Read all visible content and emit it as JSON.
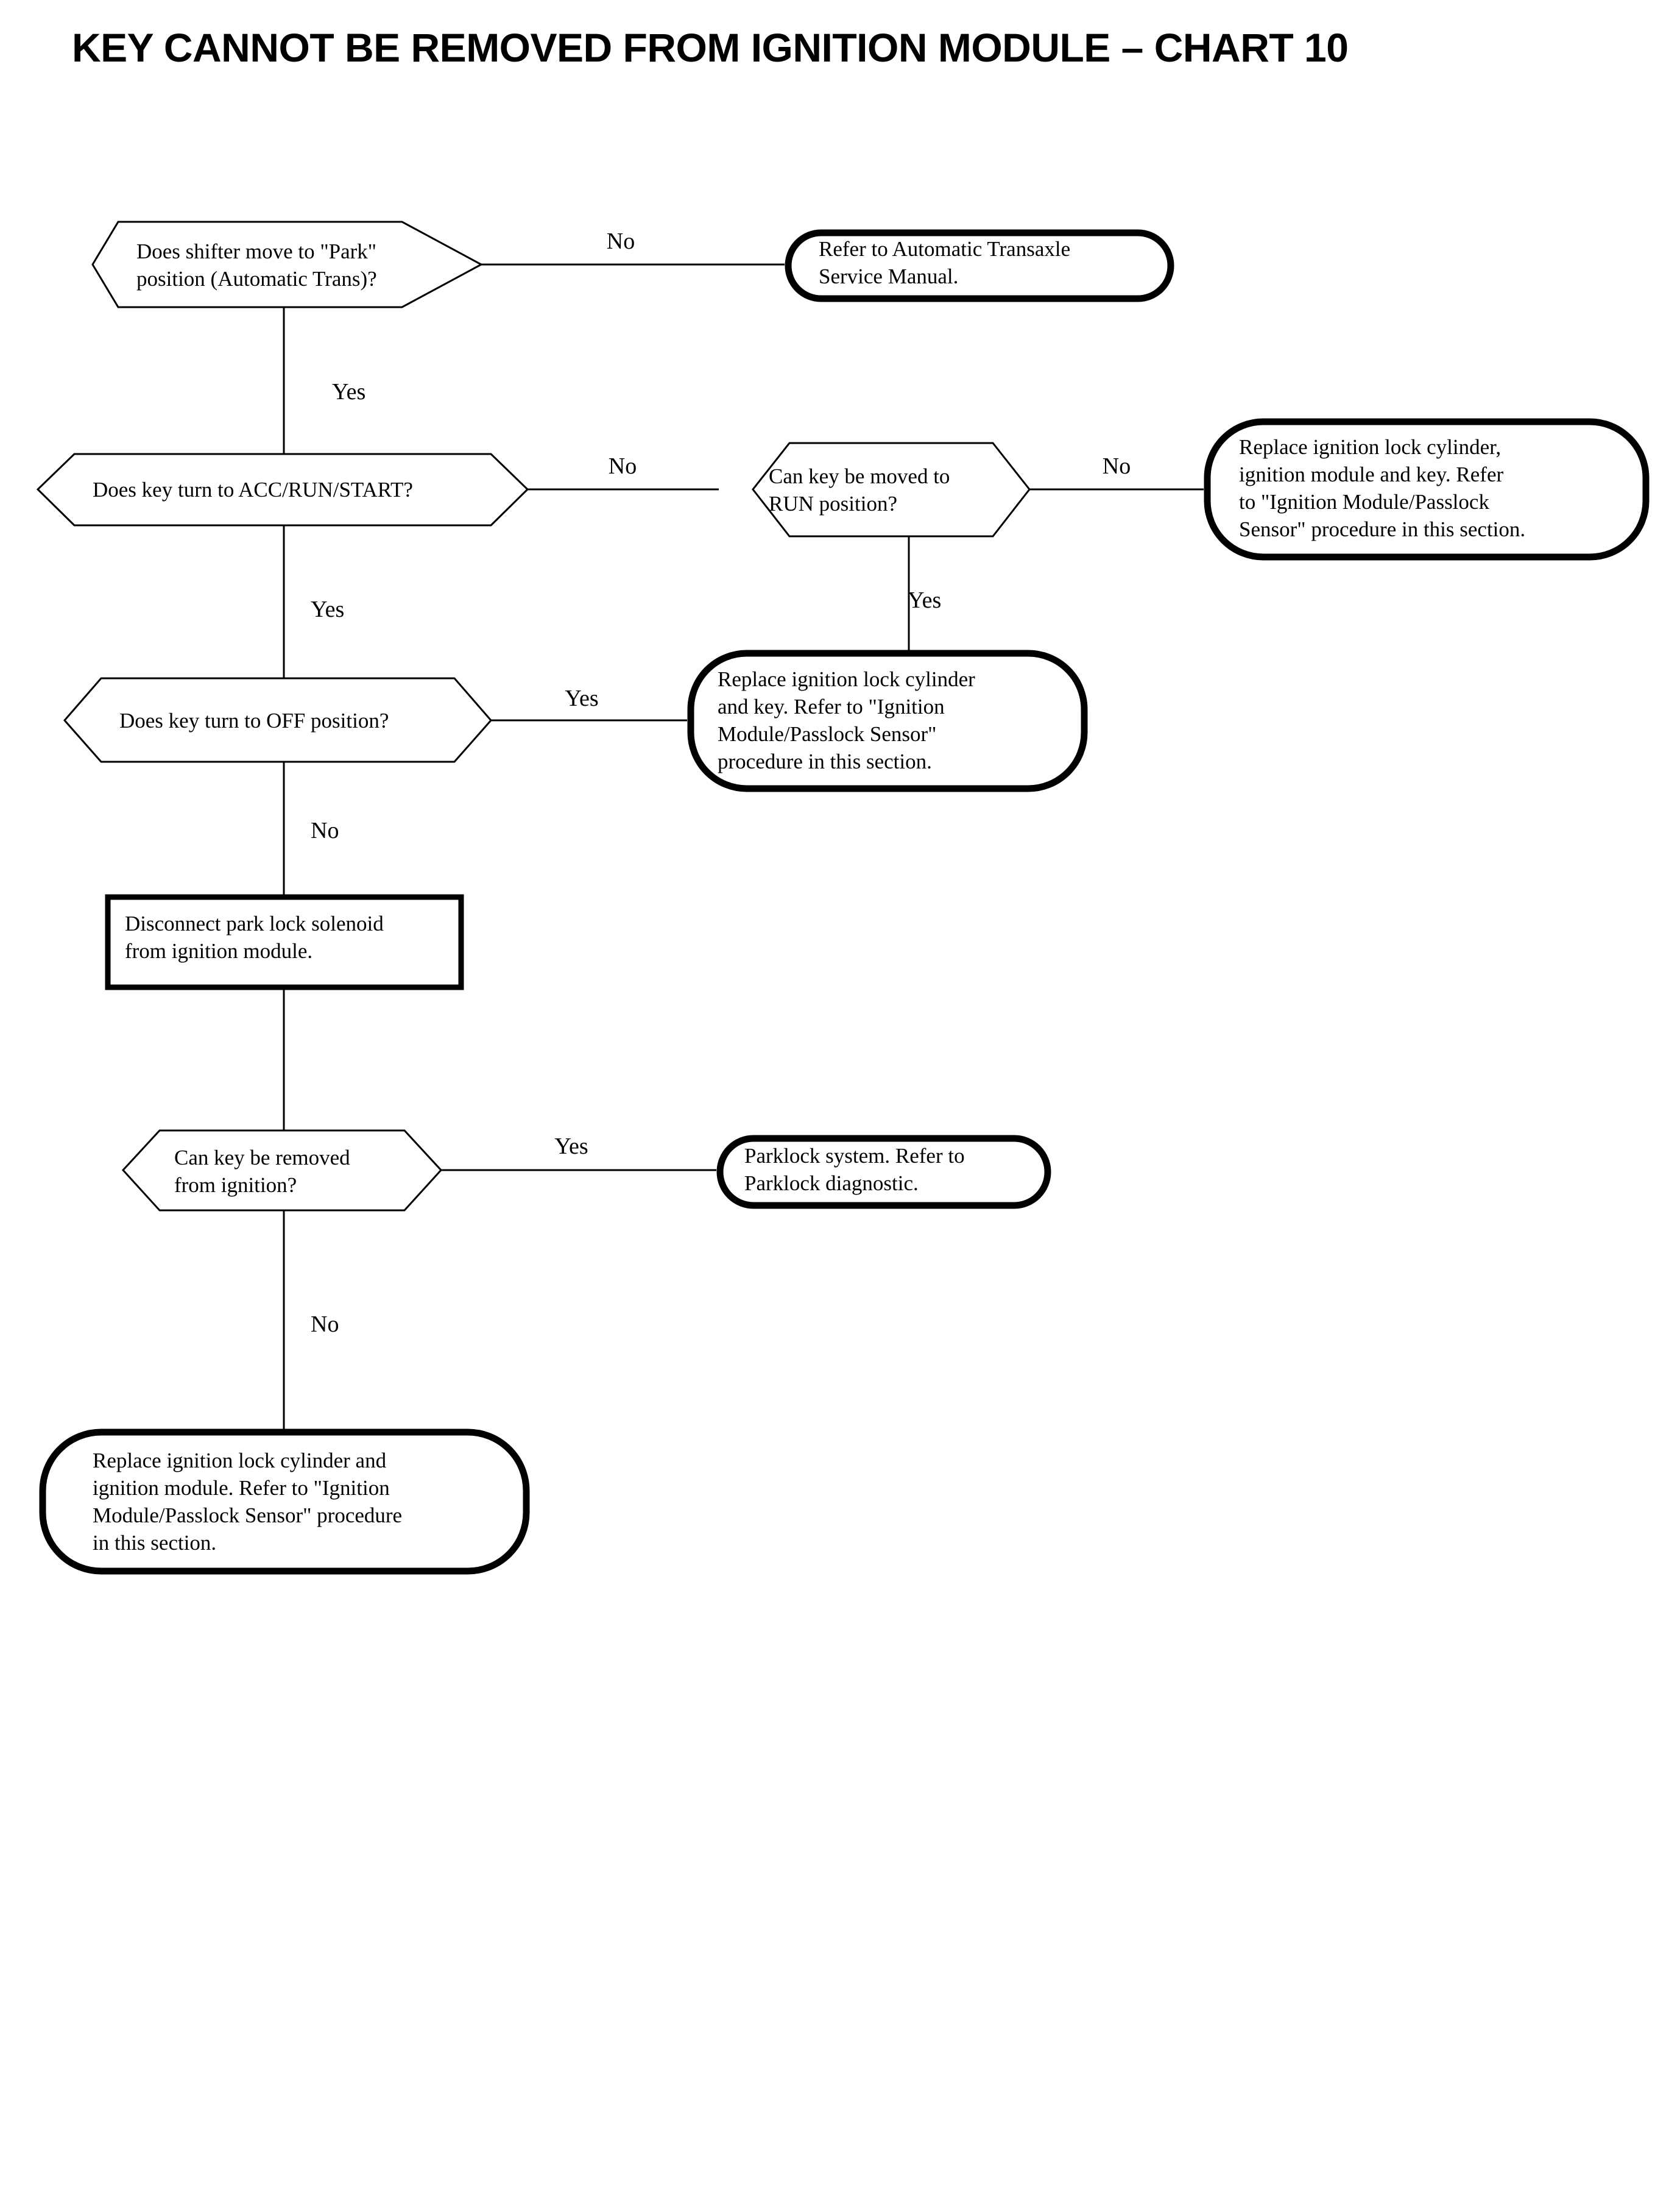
{
  "title": "KEY CANNOT BE REMOVED FROM IGNITION MODULE – CHART 10",
  "colors": {
    "background": "#ffffff",
    "stroke": "#000000",
    "text": "#000000"
  },
  "chart_data": {
    "type": "diagram",
    "subtype": "flowchart",
    "title": "KEY CANNOT BE REMOVED FROM IGNITION MODULE – CHART 10",
    "nodes": [
      {
        "id": "n1",
        "shape": "hexagon",
        "lines": [
          "Does shifter move to \"Park\"",
          "position (Automatic Trans)?"
        ]
      },
      {
        "id": "n2",
        "shape": "stadium",
        "lines": [
          "Refer to Automatic Transaxle",
          "Service Manual."
        ]
      },
      {
        "id": "n3",
        "shape": "hexagon",
        "lines": [
          "Does key turn to ACC/RUN/START?"
        ]
      },
      {
        "id": "n4",
        "shape": "hexagon",
        "lines": [
          "Can key be moved to",
          "RUN position?"
        ]
      },
      {
        "id": "n5",
        "shape": "stadium",
        "lines": [
          "Replace ignition lock cylinder,",
          "ignition module and key. Refer",
          "to \"Ignition Module/Passlock",
          "Sensor\" procedure in this section."
        ]
      },
      {
        "id": "n6",
        "shape": "stadium",
        "lines": [
          "Replace ignition lock cylinder",
          "and key. Refer to \"Ignition",
          "Module/Passlock Sensor\"",
          "procedure in this section."
        ]
      },
      {
        "id": "n7",
        "shape": "hexagon",
        "lines": [
          "Does key turn to OFF position?"
        ]
      },
      {
        "id": "n8",
        "shape": "rectangle",
        "lines": [
          "Disconnect park lock solenoid",
          "from ignition module."
        ]
      },
      {
        "id": "n9",
        "shape": "hexagon",
        "lines": [
          "Can key be removed",
          "from ignition?"
        ]
      },
      {
        "id": "n10",
        "shape": "stadium",
        "lines": [
          "Parklock system. Refer to",
          "Parklock diagnostic."
        ]
      },
      {
        "id": "n11",
        "shape": "stadium",
        "lines": [
          "Replace ignition lock cylinder and",
          "ignition module. Refer to \"Ignition",
          "Module/Passlock Sensor\" procedure",
          "in this section."
        ]
      }
    ],
    "edges": [
      {
        "from": "n1",
        "to": "n2",
        "label": "No"
      },
      {
        "from": "n1",
        "to": "n3",
        "label": "Yes"
      },
      {
        "from": "n3",
        "to": "n4",
        "label": "No"
      },
      {
        "from": "n4",
        "to": "n5",
        "label": "No"
      },
      {
        "from": "n4",
        "to": "n6",
        "label": "Yes"
      },
      {
        "from": "n3",
        "to": "n7",
        "label": "Yes"
      },
      {
        "from": "n7",
        "to": "n6",
        "label": "Yes"
      },
      {
        "from": "n7",
        "to": "n8",
        "label": "No"
      },
      {
        "from": "n8",
        "to": "n9",
        "label": null
      },
      {
        "from": "n9",
        "to": "n10",
        "label": "Yes"
      },
      {
        "from": "n9",
        "to": "n11",
        "label": "No"
      }
    ]
  },
  "nodes": {
    "n1": {
      "l0": "Does shifter move to \"Park\"",
      "l1": "position (Automatic Trans)?"
    },
    "n2": {
      "l0": "Refer to Automatic Transaxle",
      "l1": "Service Manual."
    },
    "n3": {
      "l0": "Does key turn to ACC/RUN/START?"
    },
    "n4": {
      "l0": "Can key be moved to",
      "l1": "RUN position?"
    },
    "n5": {
      "l0": "Replace ignition lock cylinder,",
      "l1": "ignition module and key. Refer",
      "l2": "to \"Ignition Module/Passlock",
      "l3": "Sensor\" procedure in this section."
    },
    "n6": {
      "l0": "Replace ignition lock cylinder",
      "l1": "and key. Refer to \"Ignition",
      "l2": "Module/Passlock Sensor\"",
      "l3": "procedure in this section."
    },
    "n7": {
      "l0": "Does key turn to OFF position?"
    },
    "n8": {
      "l0": "Disconnect park lock solenoid",
      "l1": "from ignition module."
    },
    "n9": {
      "l0": "Can key be removed",
      "l1": "from ignition?"
    },
    "n10": {
      "l0": "Parklock system. Refer to",
      "l1": "Parklock diagnostic."
    },
    "n11": {
      "l0": "Replace ignition lock cylinder and",
      "l1": "ignition module. Refer to \"Ignition",
      "l2": "Module/Passlock Sensor\" procedure",
      "l3": "in this section."
    }
  },
  "edge_labels": {
    "e1_no": "No",
    "e1_yes": "Yes",
    "e3_no": "No",
    "e4_no": "No",
    "e4_yes": "Yes",
    "e3_yes": "Yes",
    "e7_yes": "Yes",
    "e7_no": "No",
    "e9_yes": "Yes",
    "e9_no": "No"
  }
}
